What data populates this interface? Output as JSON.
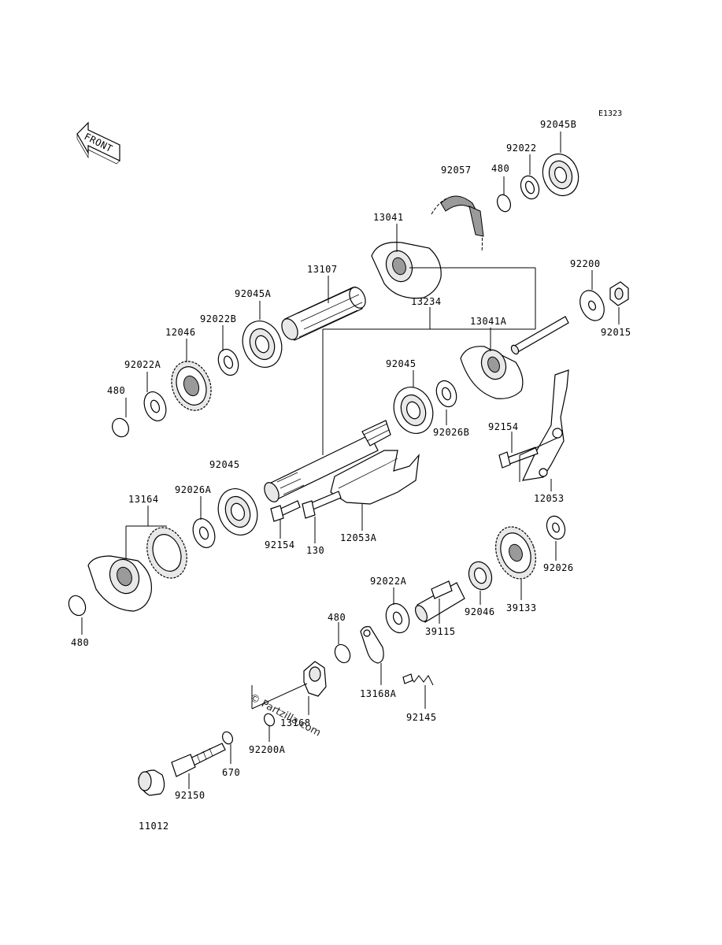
{
  "diagram": {
    "code": "E1323",
    "front_label": "FRONT",
    "watermark": "© Partzilla.com",
    "footer_line1": "",
    "footer_line2": ""
  },
  "parts": [
    {
      "id": "p-92045B",
      "label": "92045B"
    },
    {
      "id": "p-92022-top",
      "label": "92022"
    },
    {
      "id": "p-480-top",
      "label": "480"
    },
    {
      "id": "p-92057",
      "label": "92057"
    },
    {
      "id": "p-13041",
      "label": "13041"
    },
    {
      "id": "p-13107",
      "label": "13107"
    },
    {
      "id": "p-92045A",
      "label": "92045A"
    },
    {
      "id": "p-92022B",
      "label": "92022B"
    },
    {
      "id": "p-12046",
      "label": "12046"
    },
    {
      "id": "p-92022A-left",
      "label": "92022A"
    },
    {
      "id": "p-480-left",
      "label": "480"
    },
    {
      "id": "p-13234",
      "label": "13234"
    },
    {
      "id": "p-13041A",
      "label": "13041A"
    },
    {
      "id": "p-92200",
      "label": "92200"
    },
    {
      "id": "p-92015",
      "label": "92015"
    },
    {
      "id": "p-92045-mid",
      "label": "92045"
    },
    {
      "id": "p-92026B",
      "label": "92026B"
    },
    {
      "id": "p-92154-right",
      "label": "92154"
    },
    {
      "id": "p-12053",
      "label": "12053"
    },
    {
      "id": "p-92045-left",
      "label": "92045"
    },
    {
      "id": "p-92026A",
      "label": "92026A"
    },
    {
      "id": "p-13164",
      "label": "13164"
    },
    {
      "id": "p-92154-mid",
      "label": "92154"
    },
    {
      "id": "p-130",
      "label": "130"
    },
    {
      "id": "p-12053A",
      "label": "12053A"
    },
    {
      "id": "p-92026",
      "label": "92026"
    },
    {
      "id": "p-480-bottomleft",
      "label": "480"
    },
    {
      "id": "p-92022A-mid",
      "label": "92022A"
    },
    {
      "id": "p-92046",
      "label": "92046"
    },
    {
      "id": "p-39133",
      "label": "39133"
    },
    {
      "id": "p-39115",
      "label": "39115"
    },
    {
      "id": "p-480-mid",
      "label": "480"
    },
    {
      "id": "p-13168A",
      "label": "13168A"
    },
    {
      "id": "p-13168",
      "label": "13168"
    },
    {
      "id": "p-92145",
      "label": "92145"
    },
    {
      "id": "p-92200A",
      "label": "92200A"
    },
    {
      "id": "p-670",
      "label": "670"
    },
    {
      "id": "p-92150",
      "label": "92150"
    },
    {
      "id": "p-11012",
      "label": "11012"
    }
  ]
}
